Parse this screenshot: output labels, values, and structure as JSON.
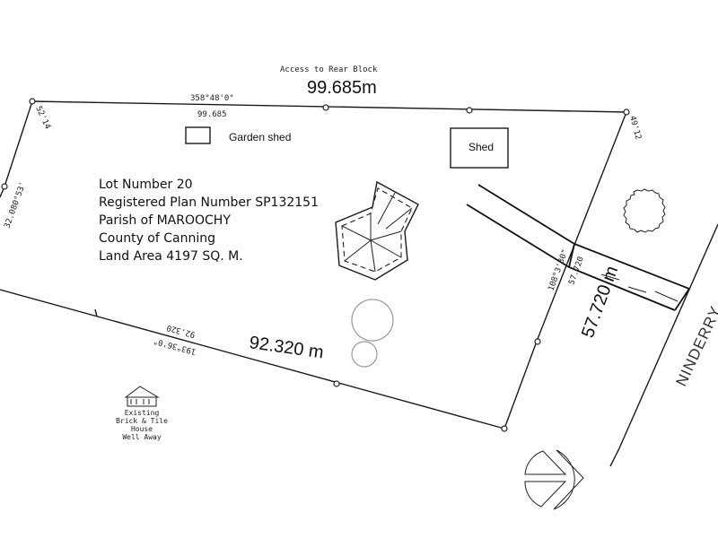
{
  "plan": {
    "access_label": "Access to Rear Block",
    "lot_info": [
      "Lot Number 20",
      "Registered Plan Number SP132151",
      "Parish of MAROOCHY",
      "County of Canning",
      "Land Area 4197 SQ. M."
    ],
    "boundaries": {
      "north": {
        "length_label": "99.685m",
        "bearing": "358°48'0\"",
        "distance": "99.685"
      },
      "south": {
        "length_label": "92.320 m",
        "bearing": "193°36'0\"",
        "distance": "92.320"
      },
      "east": {
        "length_label": "57.720 m",
        "bearing": "108°3'30\"",
        "distance": "57.720"
      },
      "northwest_corner": {
        "bearing": "52'14"
      },
      "west": {
        "bearing": "32.080°53'"
      },
      "northeast_corner": {
        "bearing": "49'12"
      }
    },
    "structures": {
      "garden_shed": "Garden shed",
      "shed": "Shed"
    },
    "road_name": "NINDERRY",
    "existing_house": [
      "Existing",
      "Brick & Tile",
      "House",
      "Well Away"
    ]
  }
}
